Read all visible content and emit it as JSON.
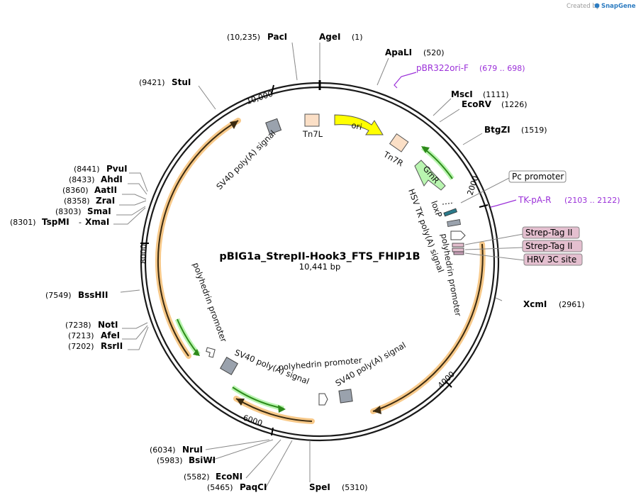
{
  "credit": {
    "created_by": "Created by",
    "brand": "SnapGene"
  },
  "map": {
    "name": "pBIG1a_StrepII-Hook3_FTS_FHIP1B",
    "length": "10,441 bp",
    "ticks": [
      "10,000",
      "2000",
      "4000",
      "6000",
      "8000"
    ]
  },
  "enzymes": {
    "paci": {
      "name": "PacI",
      "pos": "(10,235)"
    },
    "agei": {
      "name": "AgeI",
      "pos": "(1)"
    },
    "apali": {
      "name": "ApaLI",
      "pos": "(520)"
    },
    "msci": {
      "name": "MscI",
      "pos": "(1111)"
    },
    "ecorv": {
      "name": "EcoRV",
      "pos": "(1226)"
    },
    "btgzi": {
      "name": "BtgZI",
      "pos": "(1519)"
    },
    "stui": {
      "name": "StuI",
      "pos": "(9421)"
    },
    "pvui": {
      "name": "PvuI",
      "pos": "(8441)"
    },
    "ahdi": {
      "name": "AhdI",
      "pos": "(8433)"
    },
    "aatii": {
      "name": "AatII",
      "pos": "(8360)"
    },
    "zrai": {
      "name": "ZraI",
      "pos": "(8358)"
    },
    "smai": {
      "name": "SmaI",
      "pos": "(8303)"
    },
    "tspmi": {
      "name": "TspMI",
      "sep": "-",
      "name2": "XmaI",
      "pos": "(8301)"
    },
    "bsshii": {
      "name": "BssHII",
      "pos": "(7549)"
    },
    "noti": {
      "name": "NotI",
      "pos": "(7238)"
    },
    "afei": {
      "name": "AfeI",
      "pos": "(7213)"
    },
    "rsrii": {
      "name": "RsrII",
      "pos": "(7202)"
    },
    "xcmi": {
      "name": "XcmI",
      "pos": "(2961)"
    },
    "nrui": {
      "name": "NruI",
      "pos": "(6034)"
    },
    "bsiwi": {
      "name": "BsiWI",
      "pos": "(5983)"
    },
    "econi": {
      "name": "EcoNI",
      "pos": "(5582)"
    },
    "paqci": {
      "name": "PaqCI",
      "pos": "(5465)"
    },
    "spei": {
      "name": "SpeI",
      "pos": "(5310)"
    }
  },
  "primers": {
    "pbr322ori": {
      "name": "pBR322ori-F",
      "range": "(679 .. 698)"
    },
    "tkpa": {
      "name": "TK-pA-R",
      "range": "(2103 .. 2122)"
    }
  },
  "boxed_labels": {
    "pc_promoter": "Pc promoter",
    "strep1": "Strep-Tag II",
    "strep2": "Strep-Tag II",
    "hrv3c": "HRV 3C site"
  },
  "features": {
    "tn7l": "Tn7L",
    "ori": "ori",
    "tn7r": "Tn7R",
    "gmr": "GmR",
    "sv40_top": "SV40 poly(A) signal",
    "hsv_tk": "HSV TK poly(A) signal",
    "loxp": "loxP",
    "polyhedrin_right": "polyhedrin promoter",
    "polyhedrin_left": "polyhedrin promoter",
    "sv40_left": "SV40 poly(A) signal",
    "polyhedrin_bottom": "polyhedrin promoter",
    "sv40_bottom": "SV40 poly(A) signal"
  },
  "colors": {
    "backbone": "#1a1a1a",
    "orf_glow": "#f7c98a",
    "orf_line": "#3a2a10",
    "ori": "#ffff00",
    "gmr": "#b9f5b0",
    "tn7": "#fbdfc6",
    "polya": "#9aa2ad",
    "tag": "#e4bfcf",
    "green_arrow": "#2d8a1a",
    "primer": "#9b30d9",
    "credit_brand": "#2d7cc1"
  }
}
